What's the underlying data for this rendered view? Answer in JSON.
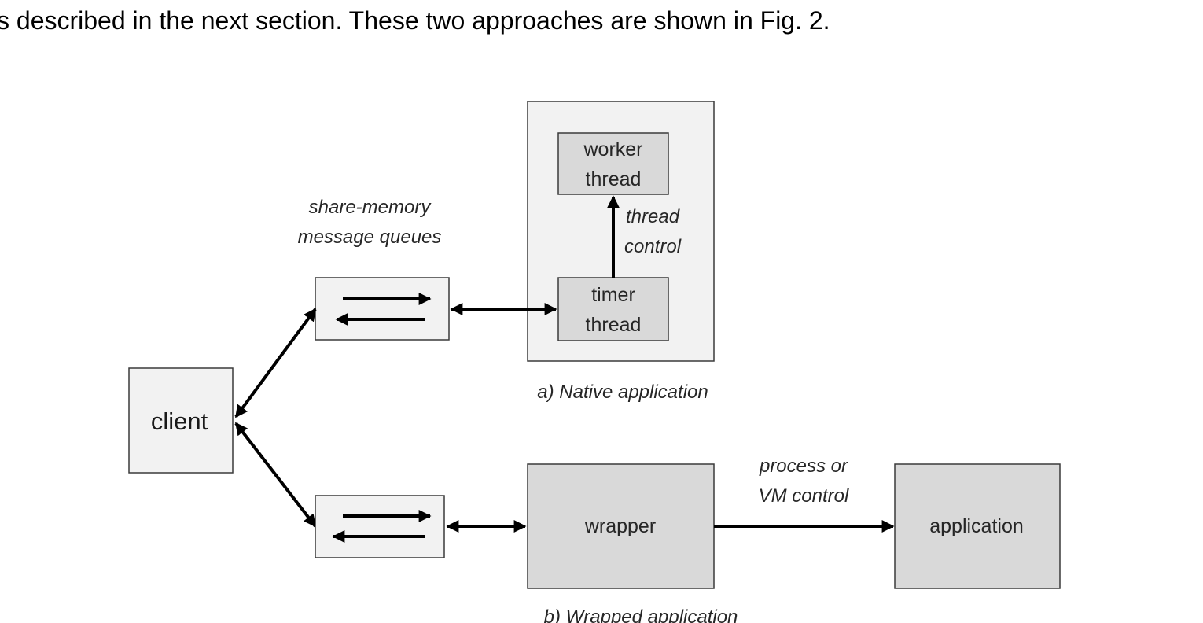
{
  "paragraph": {
    "text": "s described in the next section.  These two approaches are shown in Fig. 2."
  },
  "diagram": {
    "client": "client",
    "queues_label": [
      "share-memory",
      "message queues"
    ],
    "native": {
      "worker": [
        "worker",
        "thread"
      ],
      "control_label": [
        "thread",
        "control"
      ],
      "timer": [
        "timer",
        "thread"
      ],
      "caption": "a) Native application"
    },
    "wrapped": {
      "wrapper": "wrapper",
      "control_label": [
        "process or",
        "VM control"
      ],
      "application": "application",
      "caption": "b) Wrapped application"
    }
  }
}
